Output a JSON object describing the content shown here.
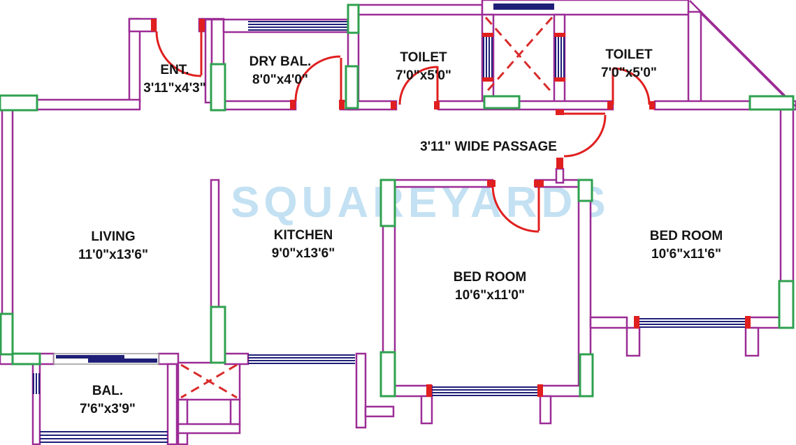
{
  "watermark": "SQUAREYARDS",
  "rooms": [
    {
      "name": "ENT.",
      "dims": "3'11\"x4'3\""
    },
    {
      "name": "DRY BAL.",
      "dims": "8'0\"x4'0\""
    },
    {
      "name": "TOILET",
      "dims": "7'0\"x5'0\""
    },
    {
      "name": "TOILET",
      "dims": "7'0\"x5'0\""
    },
    {
      "name": "3'11\"  WIDE PASSAGE",
      "dims": ""
    },
    {
      "name": "LIVING",
      "dims": "11'0\"x13'6\""
    },
    {
      "name": "KITCHEN",
      "dims": "9'0\"x13'6\""
    },
    {
      "name": "BED ROOM",
      "dims": "10'6\"x11'0\""
    },
    {
      "name": "BED ROOM",
      "dims": "10'6\"x11'6\""
    },
    {
      "name": "BAL.",
      "dims": "7'6\"x3'9\""
    }
  ],
  "colors": {
    "wall": "#9c2c96",
    "door": "#e01f1f",
    "window": "#1f1f78",
    "column": "#2fa04f",
    "text": "#141414",
    "watermark": "#c3e1f2"
  }
}
